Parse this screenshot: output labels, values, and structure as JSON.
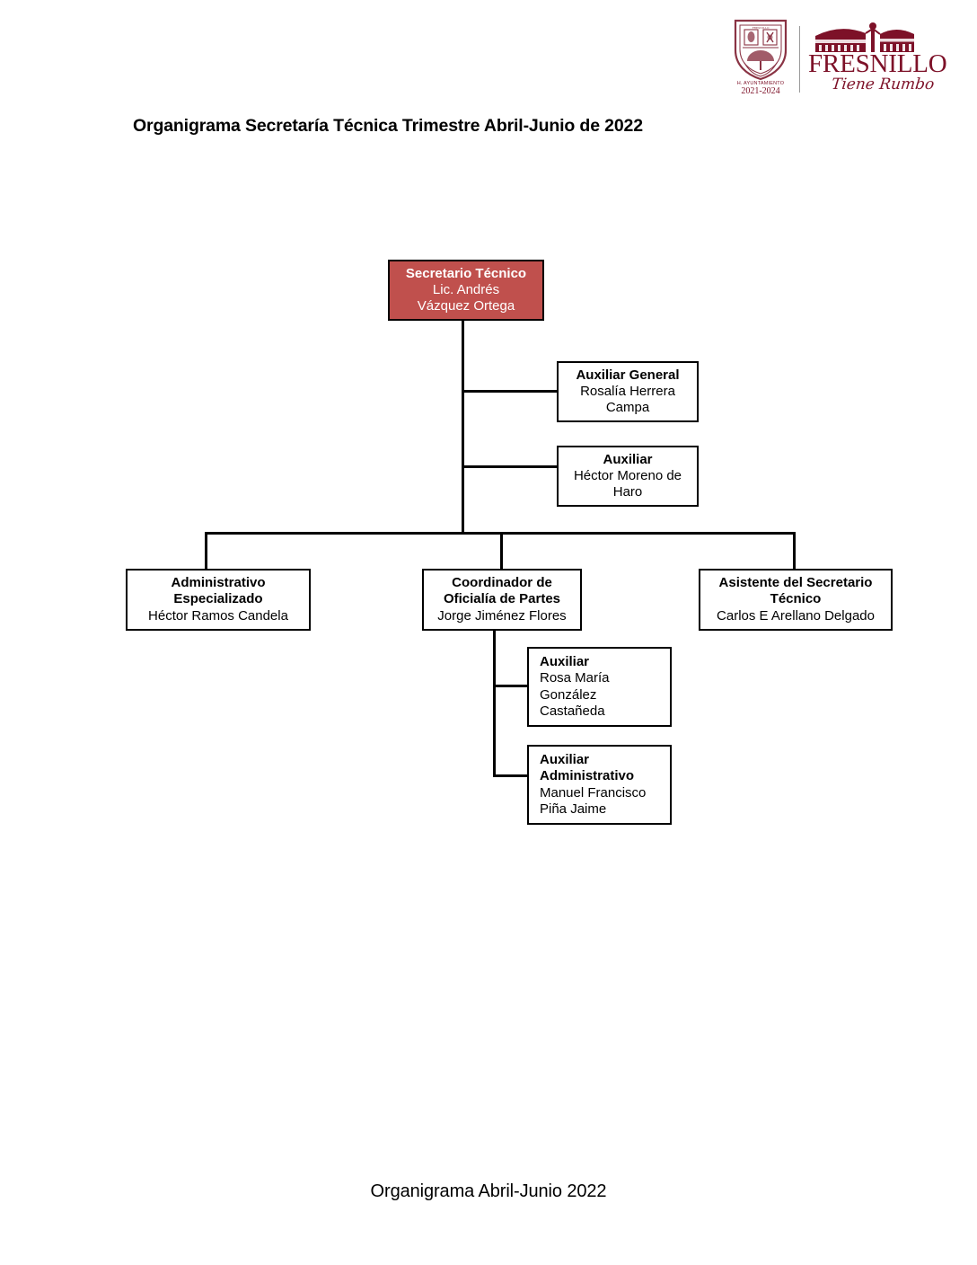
{
  "header": {
    "crest": {
      "icon": "coat-of-arms-shield-icon",
      "caption_line1": "H. AYUNTAMIENTO",
      "caption_line2": "2021-2024"
    },
    "wordmark": {
      "icon": "kiosk-gazebo-icon",
      "text": "FRESNILLO",
      "tagline": "Tiene Rumbo",
      "color": "#7d1128"
    }
  },
  "document": {
    "title": "Organigrama Secretaría Técnica Trimestre Abril-Junio de 2022",
    "footer": "Organigrama Abril-Junio 2022"
  },
  "colors": {
    "root_fill": "#c0504d",
    "root_text": "#ffffff",
    "node_border": "#000000",
    "brand": "#7d1128"
  },
  "chart_data": {
    "type": "diagram",
    "subtype": "org-chart",
    "title": "Organigrama Secretaría Técnica Trimestre Abril-Junio de 2022",
    "nodes": [
      {
        "id": "secretario-tecnico",
        "title": "Secretario Técnico",
        "person": "Lic. Andrés Vázquez Ortega",
        "person_lines": [
          "Lic. Andrés",
          "Vázquez Ortega"
        ],
        "title_lines": [
          "Secretario Técnico"
        ],
        "level": 0,
        "parent": null,
        "align": "center",
        "highlighted": true
      },
      {
        "id": "auxiliar-general",
        "title": "Auxiliar General",
        "person": "Rosalía Herrera Campa",
        "person_lines": [
          "Rosalía Herrera",
          "Campa"
        ],
        "title_lines": [
          "Auxiliar General"
        ],
        "level": 1,
        "parent": "secretario-tecnico",
        "align": "center",
        "highlighted": false
      },
      {
        "id": "auxiliar",
        "title": "Auxiliar",
        "person": "Héctor Moreno de Haro",
        "person_lines": [
          "Héctor Moreno de",
          "Haro"
        ],
        "title_lines": [
          "Auxiliar"
        ],
        "level": 1,
        "parent": "secretario-tecnico",
        "align": "center",
        "highlighted": false
      },
      {
        "id": "administrativo-especializado",
        "title": "Administrativo Especializado",
        "person": "Héctor Ramos Candela",
        "person_lines": [
          "Héctor Ramos Candela"
        ],
        "title_lines": [
          "Administrativo",
          "Especializado"
        ],
        "level": 2,
        "parent": "secretario-tecnico",
        "align": "center",
        "highlighted": false
      },
      {
        "id": "coordinador-oficialia",
        "title": "Coordinador de Oficialía de Partes",
        "person": "Jorge Jiménez Flores",
        "person_lines": [
          "Jorge Jiménez Flores"
        ],
        "title_lines": [
          "Coordinador de",
          "Oficialía de Partes"
        ],
        "level": 2,
        "parent": "secretario-tecnico",
        "align": "center",
        "highlighted": false
      },
      {
        "id": "asistente-secretario",
        "title": "Asistente del Secretario Técnico",
        "person": "Carlos E Arellano Delgado",
        "person_lines": [
          "Carlos E Arellano Delgado"
        ],
        "title_lines": [
          "Asistente del Secretario",
          "Técnico"
        ],
        "level": 2,
        "parent": "secretario-tecnico",
        "align": "center",
        "highlighted": false
      },
      {
        "id": "auxiliar-rosa",
        "title": "Auxiliar",
        "person": "Rosa María González Castañeda",
        "person_lines": [
          "Rosa María",
          "González",
          "Castañeda"
        ],
        "title_lines": [
          "Auxiliar"
        ],
        "level": 3,
        "parent": "coordinador-oficialia",
        "align": "left",
        "highlighted": false
      },
      {
        "id": "auxiliar-administrativo",
        "title": "Auxiliar Administrativo",
        "person": "Manuel Francisco Piña Jaime",
        "person_lines": [
          "Manuel Francisco",
          "Piña Jaime"
        ],
        "title_lines": [
          "Auxiliar",
          "Administrativo"
        ],
        "level": 3,
        "parent": "coordinador-oficialia",
        "align": "left",
        "highlighted": false
      }
    ],
    "edges": [
      {
        "from": "secretario-tecnico",
        "to": "auxiliar-general"
      },
      {
        "from": "secretario-tecnico",
        "to": "auxiliar"
      },
      {
        "from": "secretario-tecnico",
        "to": "administrativo-especializado"
      },
      {
        "from": "secretario-tecnico",
        "to": "coordinador-oficialia"
      },
      {
        "from": "secretario-tecnico",
        "to": "asistente-secretario"
      },
      {
        "from": "coordinador-oficialia",
        "to": "auxiliar-rosa"
      },
      {
        "from": "coordinador-oficialia",
        "to": "auxiliar-administrativo"
      }
    ]
  }
}
